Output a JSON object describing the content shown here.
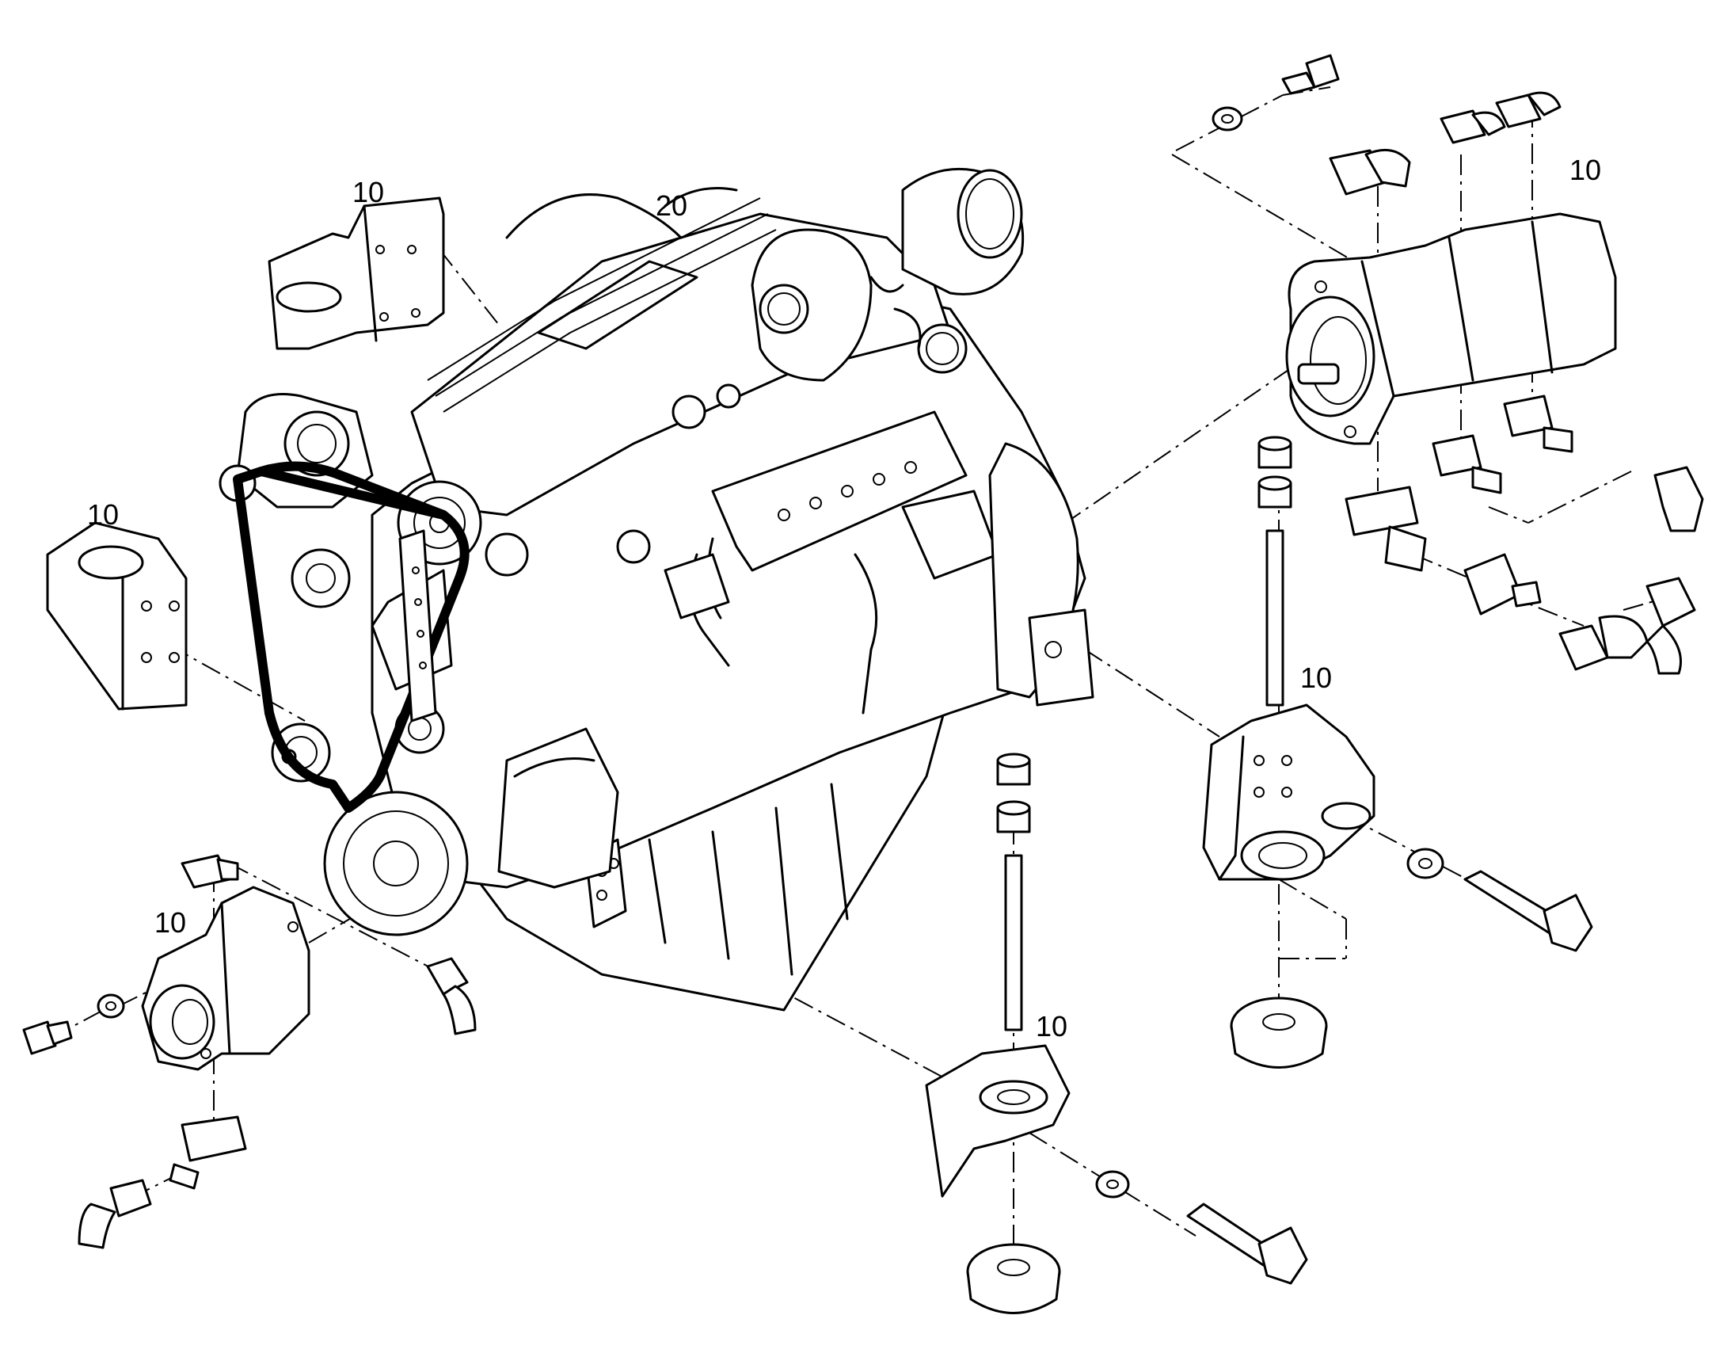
{
  "callouts": [
    {
      "id": "c1",
      "text": "10"
    },
    {
      "id": "c2",
      "text": "20"
    },
    {
      "id": "c3",
      "text": "10"
    },
    {
      "id": "c4",
      "text": "10"
    },
    {
      "id": "c5",
      "text": "10"
    },
    {
      "id": "c6",
      "text": "10"
    },
    {
      "id": "c7",
      "text": "10"
    }
  ],
  "colors": {
    "line": "#000000",
    "background": "#ffffff"
  }
}
